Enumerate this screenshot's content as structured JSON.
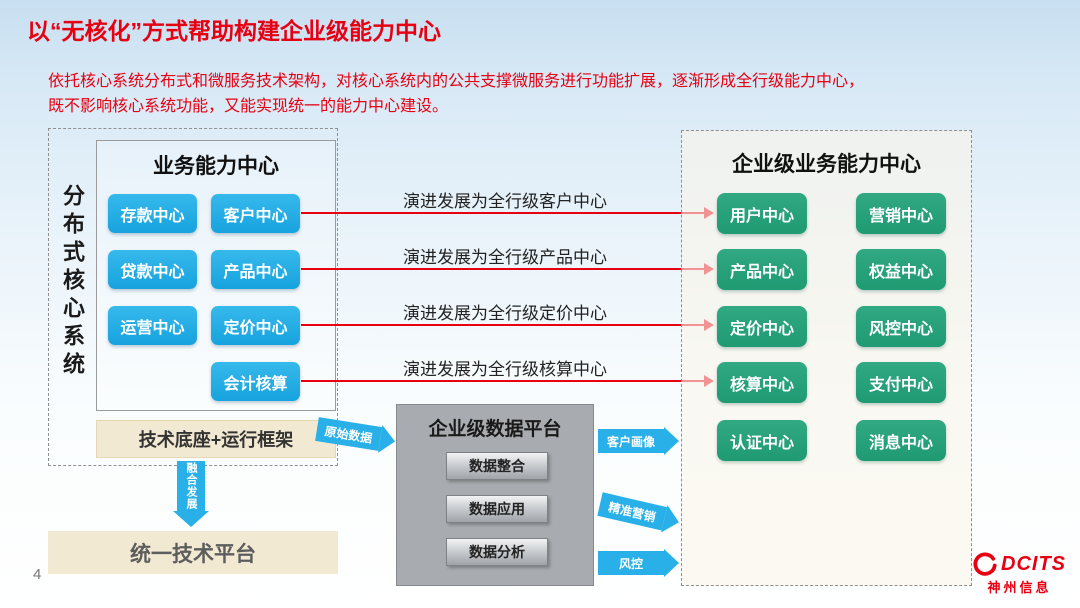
{
  "page": {
    "title": "以“无核化”方式帮助构建企业级能力中心",
    "subtitle_line1": "依托核心系统分布式和微服务技术架构，对核心系统内的公共支撑微服务进行功能扩展，逐渐形成全行级能力中心，",
    "subtitle_line2": "既不影响核心系统功能，又能实现统一的能力中心建设。",
    "page_number": "4"
  },
  "left_panel": {
    "vertical_label": "分布式核心系统",
    "business_center_title": "业务能力中心",
    "buttons": [
      "存款中心",
      "客户中心",
      "贷款中心",
      "产品中心",
      "运营中心",
      "定价中心",
      "会计核算"
    ],
    "tech_base_label": "技术底座+运行框架"
  },
  "evolution_arrows": {
    "labels": [
      "演进发展为全行级客户中心",
      "演进发展为全行级产品中心",
      "演进发展为全行级定价中心",
      "演进发展为全行级核算中心"
    ]
  },
  "right_panel": {
    "title": "企业级业务能力中心",
    "col1": [
      "用户中心",
      "产品中心",
      "定价中心",
      "核算中心",
      "认证中心"
    ],
    "col2": [
      "营销中心",
      "权益中心",
      "风控中心",
      "支付中心",
      "消息中心"
    ]
  },
  "data_platform": {
    "title": "企业级数据平台",
    "modules": [
      "数据整合",
      "数据应用",
      "数据分析"
    ]
  },
  "flow_arrows": {
    "raw_data": "原始数据",
    "fusion": "融合发展",
    "customer_profile": "客户画像",
    "precision_marketing": "精准营销",
    "risk_control": "风控"
  },
  "bottom": {
    "unified_platform_label": "统一技术平台"
  },
  "logo": {
    "brand": "DCITS",
    "brand_cn": "神州信息"
  },
  "colors": {
    "title_red": "#e60012",
    "blue_button": "#1fade6",
    "green_button": "#2aa57e",
    "arrow_blue": "#29b0e8",
    "line_red": "#e60012",
    "beige_box": "#f2e9d2",
    "platform_gray": "#a8acb0"
  }
}
